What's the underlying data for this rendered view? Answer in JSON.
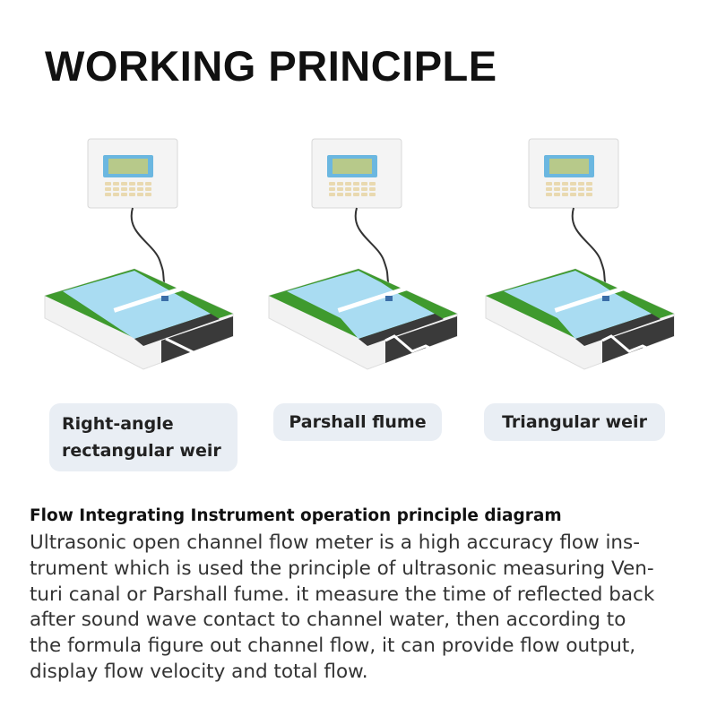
{
  "heading": "WORKING PRINCIPLE",
  "panels": [
    {
      "label": "Right-angle\nrectangular weir",
      "type": "rectangular"
    },
    {
      "label": "Parshall flume",
      "type": "parshall"
    },
    {
      "label": "Triangular weir",
      "type": "triangular"
    }
  ],
  "description": {
    "title": "Flow Integrating Instrument operation principle diagram",
    "body": "Ultrasonic open channel flow meter is a high accuracy flow ins-\ntrument which is used the principle of ultrasonic measuring Ven-\nturi canal or Parshall fume. it measure the time of reflected back\nafter sound wave contact to channel water, then according to\nthe formula figure out channel flow, it can provide flow output,\ndisplay flow velocity and total flow."
  },
  "colors": {
    "grass": "#3f9a2e",
    "water": "#a9dcf2",
    "concrete": "#f2f2f2",
    "dark": "#3a3a3a",
    "screen": "#b7c98a",
    "bezel": "#6bb7e0"
  }
}
